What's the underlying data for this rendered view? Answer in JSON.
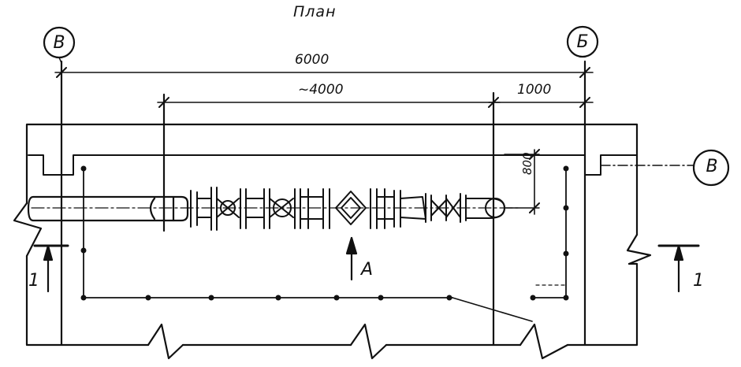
{
  "title": "План",
  "dimensions": {
    "overall": "6000",
    "approx_run": "~4000",
    "offset": "1000",
    "height": "800"
  },
  "axes": {
    "left_axis": "В",
    "right_axis": "Б",
    "right_side_axis": "В"
  },
  "view_marker": "А",
  "section_marks": {
    "left": "1",
    "right": "1"
  }
}
